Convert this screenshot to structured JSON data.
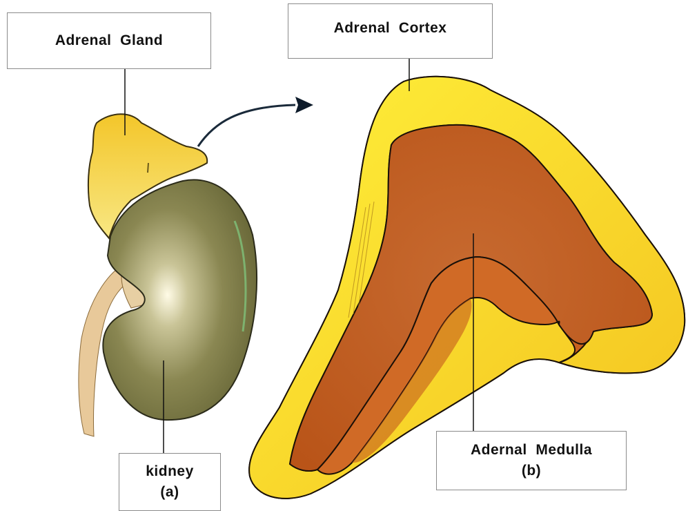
{
  "labels": {
    "adrenal_gland": "Adrenal  Gland",
    "adrenal_cortex": "Adrenal  Cortex",
    "kidney": "kidney",
    "kidney_sub": "(a)",
    "adrenal_medulla": "Adernal  Medulla",
    "adrenal_medulla_sub": "(b)"
  },
  "colors": {
    "cortex_yellow": "#f2cc2a",
    "medulla_orange": "#c85a18",
    "kidney_olive": "#7d7d45",
    "ureter_tan": "#e8c99a",
    "outline": "#1a1a1a"
  }
}
